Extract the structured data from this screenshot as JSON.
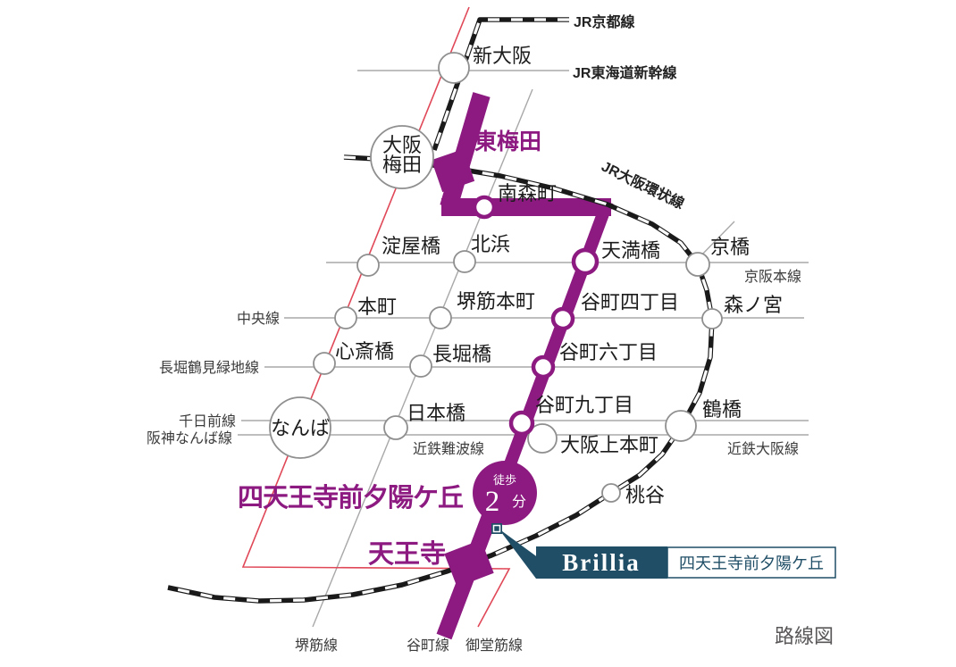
{
  "map": {
    "caption": "路線図",
    "colors": {
      "tanimachi": "#8c1a80",
      "midosuji": "#e04858",
      "grayline": "#a8a8a8",
      "ring": "#8f8f8f",
      "rail": "#1a1a1a",
      "navy": "#1f4e66",
      "text": "#1c1c1c",
      "linelabel": "#3c3c3c",
      "caption": "#595757"
    },
    "stations": {
      "shin_osaka": "新大阪",
      "osaka_umeda_line1": "大阪",
      "osaka_umeda_line2": "梅田",
      "higashi_umeda": "東梅田",
      "minamimorimachi": "南森町",
      "yodoyabashi": "淀屋橋",
      "kitahama": "北浜",
      "temmabashi": "天満橋",
      "kyobashi": "京橋",
      "hommachi": "本町",
      "sakaisuji_hommachi": "堺筋本町",
      "tanimachi_4": "谷町四丁目",
      "morinomiya": "森ノ宮",
      "shinsaibashi": "心斎橋",
      "nagahoribashi": "長堀橋",
      "tanimachi_6": "谷町六丁目",
      "namba": "なんば",
      "nipponbashi": "日本橋",
      "tanimachi_9": "谷町九丁目",
      "osaka_uehommachi": "大阪上本町",
      "tsuruhashi": "鶴橋",
      "momodani": "桃谷",
      "shitennoji_mae_yuhigaoka": "四天王寺前夕陽ケ丘",
      "tennoji": "天王寺"
    },
    "line_labels": {
      "jr_kyoto": "JR京都線",
      "jr_shinkansen": "JR東海道新幹線",
      "jr_loop": "JR大阪環状線",
      "keihan": "京阪本線",
      "chuo": "中央線",
      "nagahori_tsurumi": "長堀鶴見緑地線",
      "sennichimae": "千日前線",
      "hanshin_namba": "阪神なんば線",
      "kintetsu_namba": "近鉄難波線",
      "kintetsu_osaka": "近鉄大阪線",
      "sakaisuji": "堺筋線",
      "tanimachi": "谷町線",
      "midosuji": "御堂筋線"
    },
    "badge": {
      "walk": "徒歩",
      "minutes": "2",
      "unit": "分"
    },
    "brand": {
      "logo": "Brillia",
      "property": "四天王寺前夕陽ケ丘"
    }
  }
}
